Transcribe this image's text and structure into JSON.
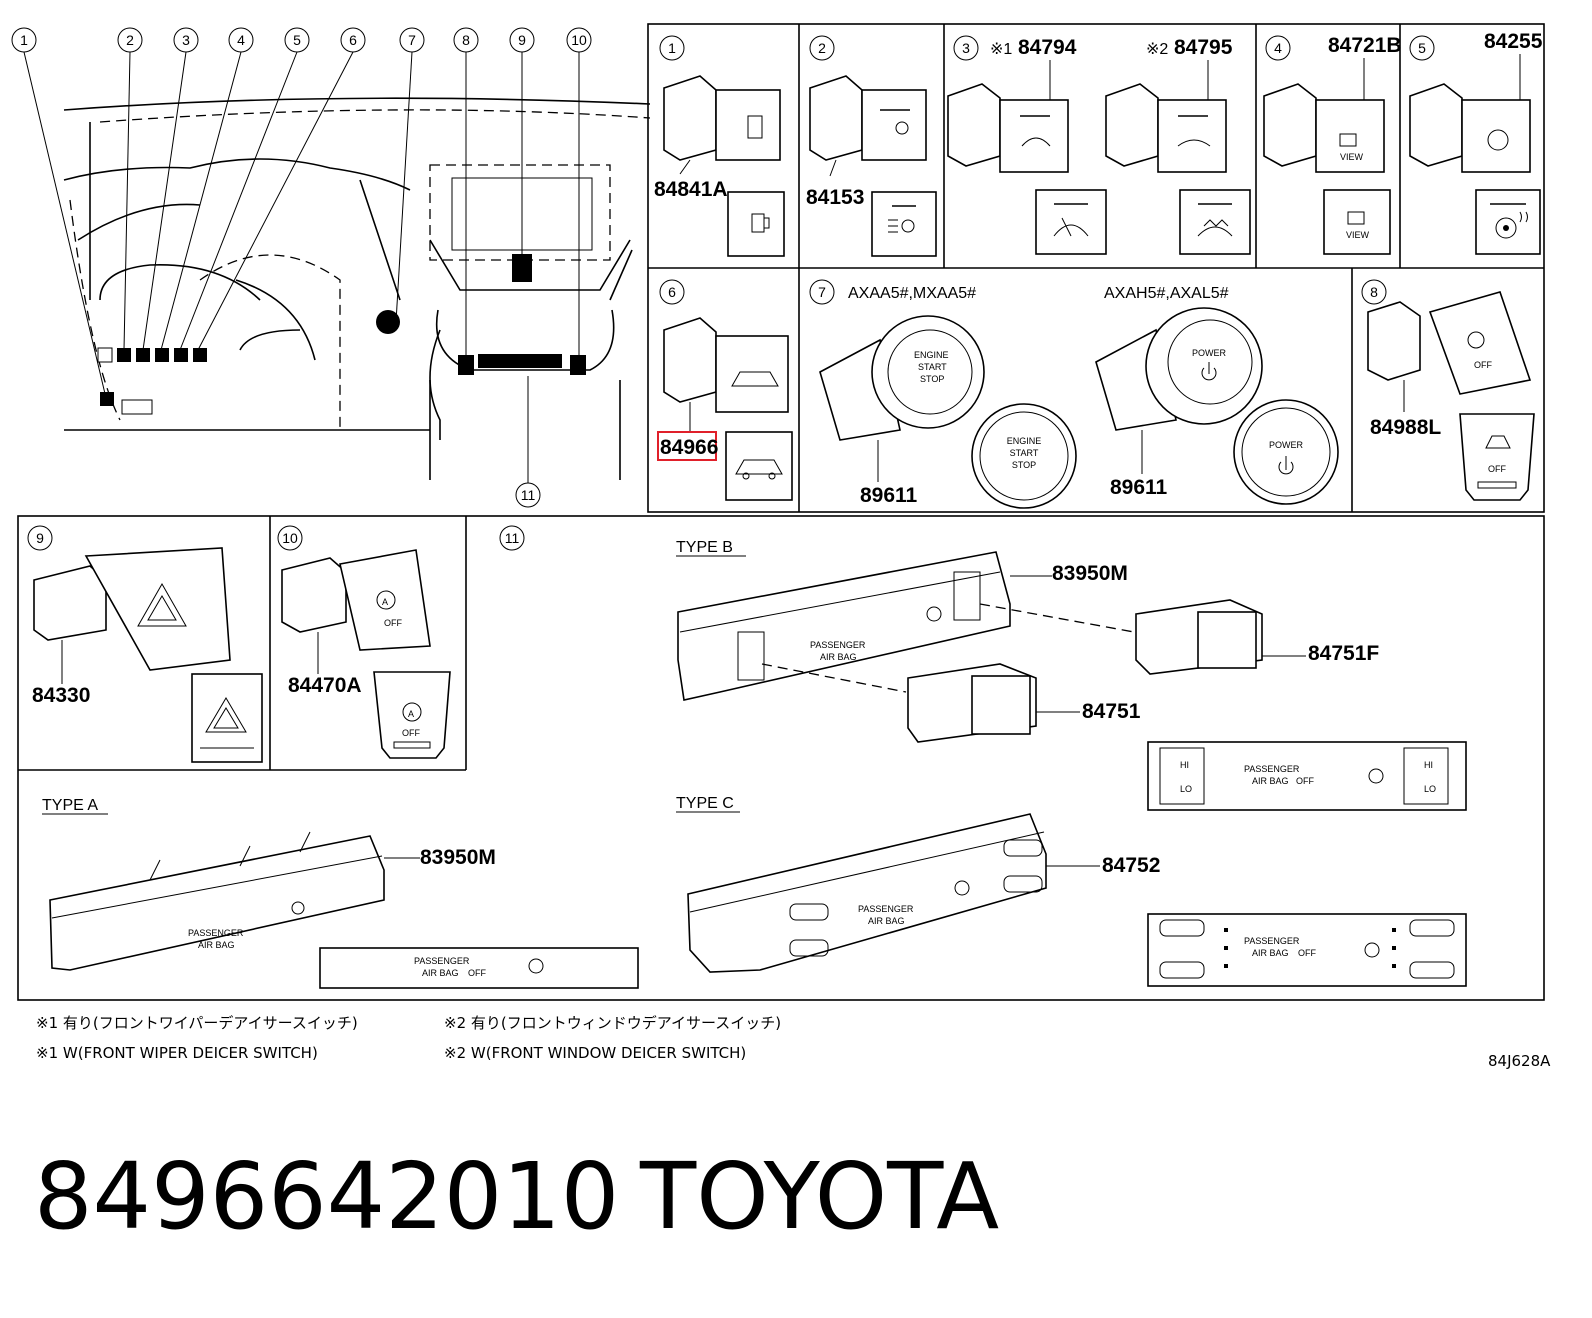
{
  "overview": {
    "callouts": [
      "1",
      "2",
      "3",
      "4",
      "5",
      "6",
      "7",
      "8",
      "9",
      "10",
      "11"
    ]
  },
  "panels": {
    "p1": {
      "num": "1",
      "part": "84841A",
      "icon": "fuel-door-icon"
    },
    "p2": {
      "num": "2",
      "part": "84153",
      "icon": "headlamp-leveling-icon"
    },
    "p3": {
      "num": "3",
      "mark1": "※1",
      "part1": "84794",
      "mark2": "※2",
      "part2": "84795",
      "icon1": "wiper-deicer-icon",
      "icon2": "window-deicer-icon"
    },
    "p4": {
      "num": "4",
      "part": "84721B",
      "icon_text": "VIEW"
    },
    "p5": {
      "num": "5",
      "part": "84255",
      "icon": "steering-heater-icon"
    },
    "p6": {
      "num": "6",
      "part": "84966",
      "icon": "suv-icon"
    },
    "p7": {
      "num": "7",
      "variant1": "AXAA5#,MXAA5#",
      "variant2": "AXAH5#,AXAL5#",
      "part1": "89611",
      "part2": "89611",
      "btn1_l1": "ENGINE",
      "btn1_l2": "START",
      "btn1_l3": "STOP",
      "btn2_l1": "POWER"
    },
    "p8": {
      "num": "8",
      "part": "84988L",
      "icon_text": "OFF"
    },
    "p9": {
      "num": "9",
      "part": "84330",
      "icon": "hazard-icon"
    },
    "p10": {
      "num": "10",
      "part": "84470A",
      "icon_letter": "A",
      "icon_text": "OFF"
    },
    "p11": {
      "num": "11",
      "type_a": "TYPE A",
      "type_b": "TYPE B",
      "type_c": "TYPE C",
      "part_a": "83950M",
      "part_b": "83950M",
      "part_b1": "84751F",
      "part_b2": "84751",
      "part_c": "84752",
      "airbag_l1": "PASSENGER",
      "airbag_l2": "AIR BAG",
      "airbag_off": "OFF",
      "seat_hi": "HI",
      "seat_lo": "LO"
    }
  },
  "footnotes": {
    "n1_jp": "※1 有り(フロントワイパーデアイサースイッチ)",
    "n2_jp": "※2 有り(フロントウィンドウデアイサースイッチ)",
    "n1_en": "※1 W(FRONT WIPER DEICER SWITCH)",
    "n2_en": "※2 W(FRONT WINDOW DEICER SWITCH)",
    "ref": "84J628A"
  },
  "caption": {
    "part_number": "8496642010",
    "brand": "TOYOTA"
  }
}
